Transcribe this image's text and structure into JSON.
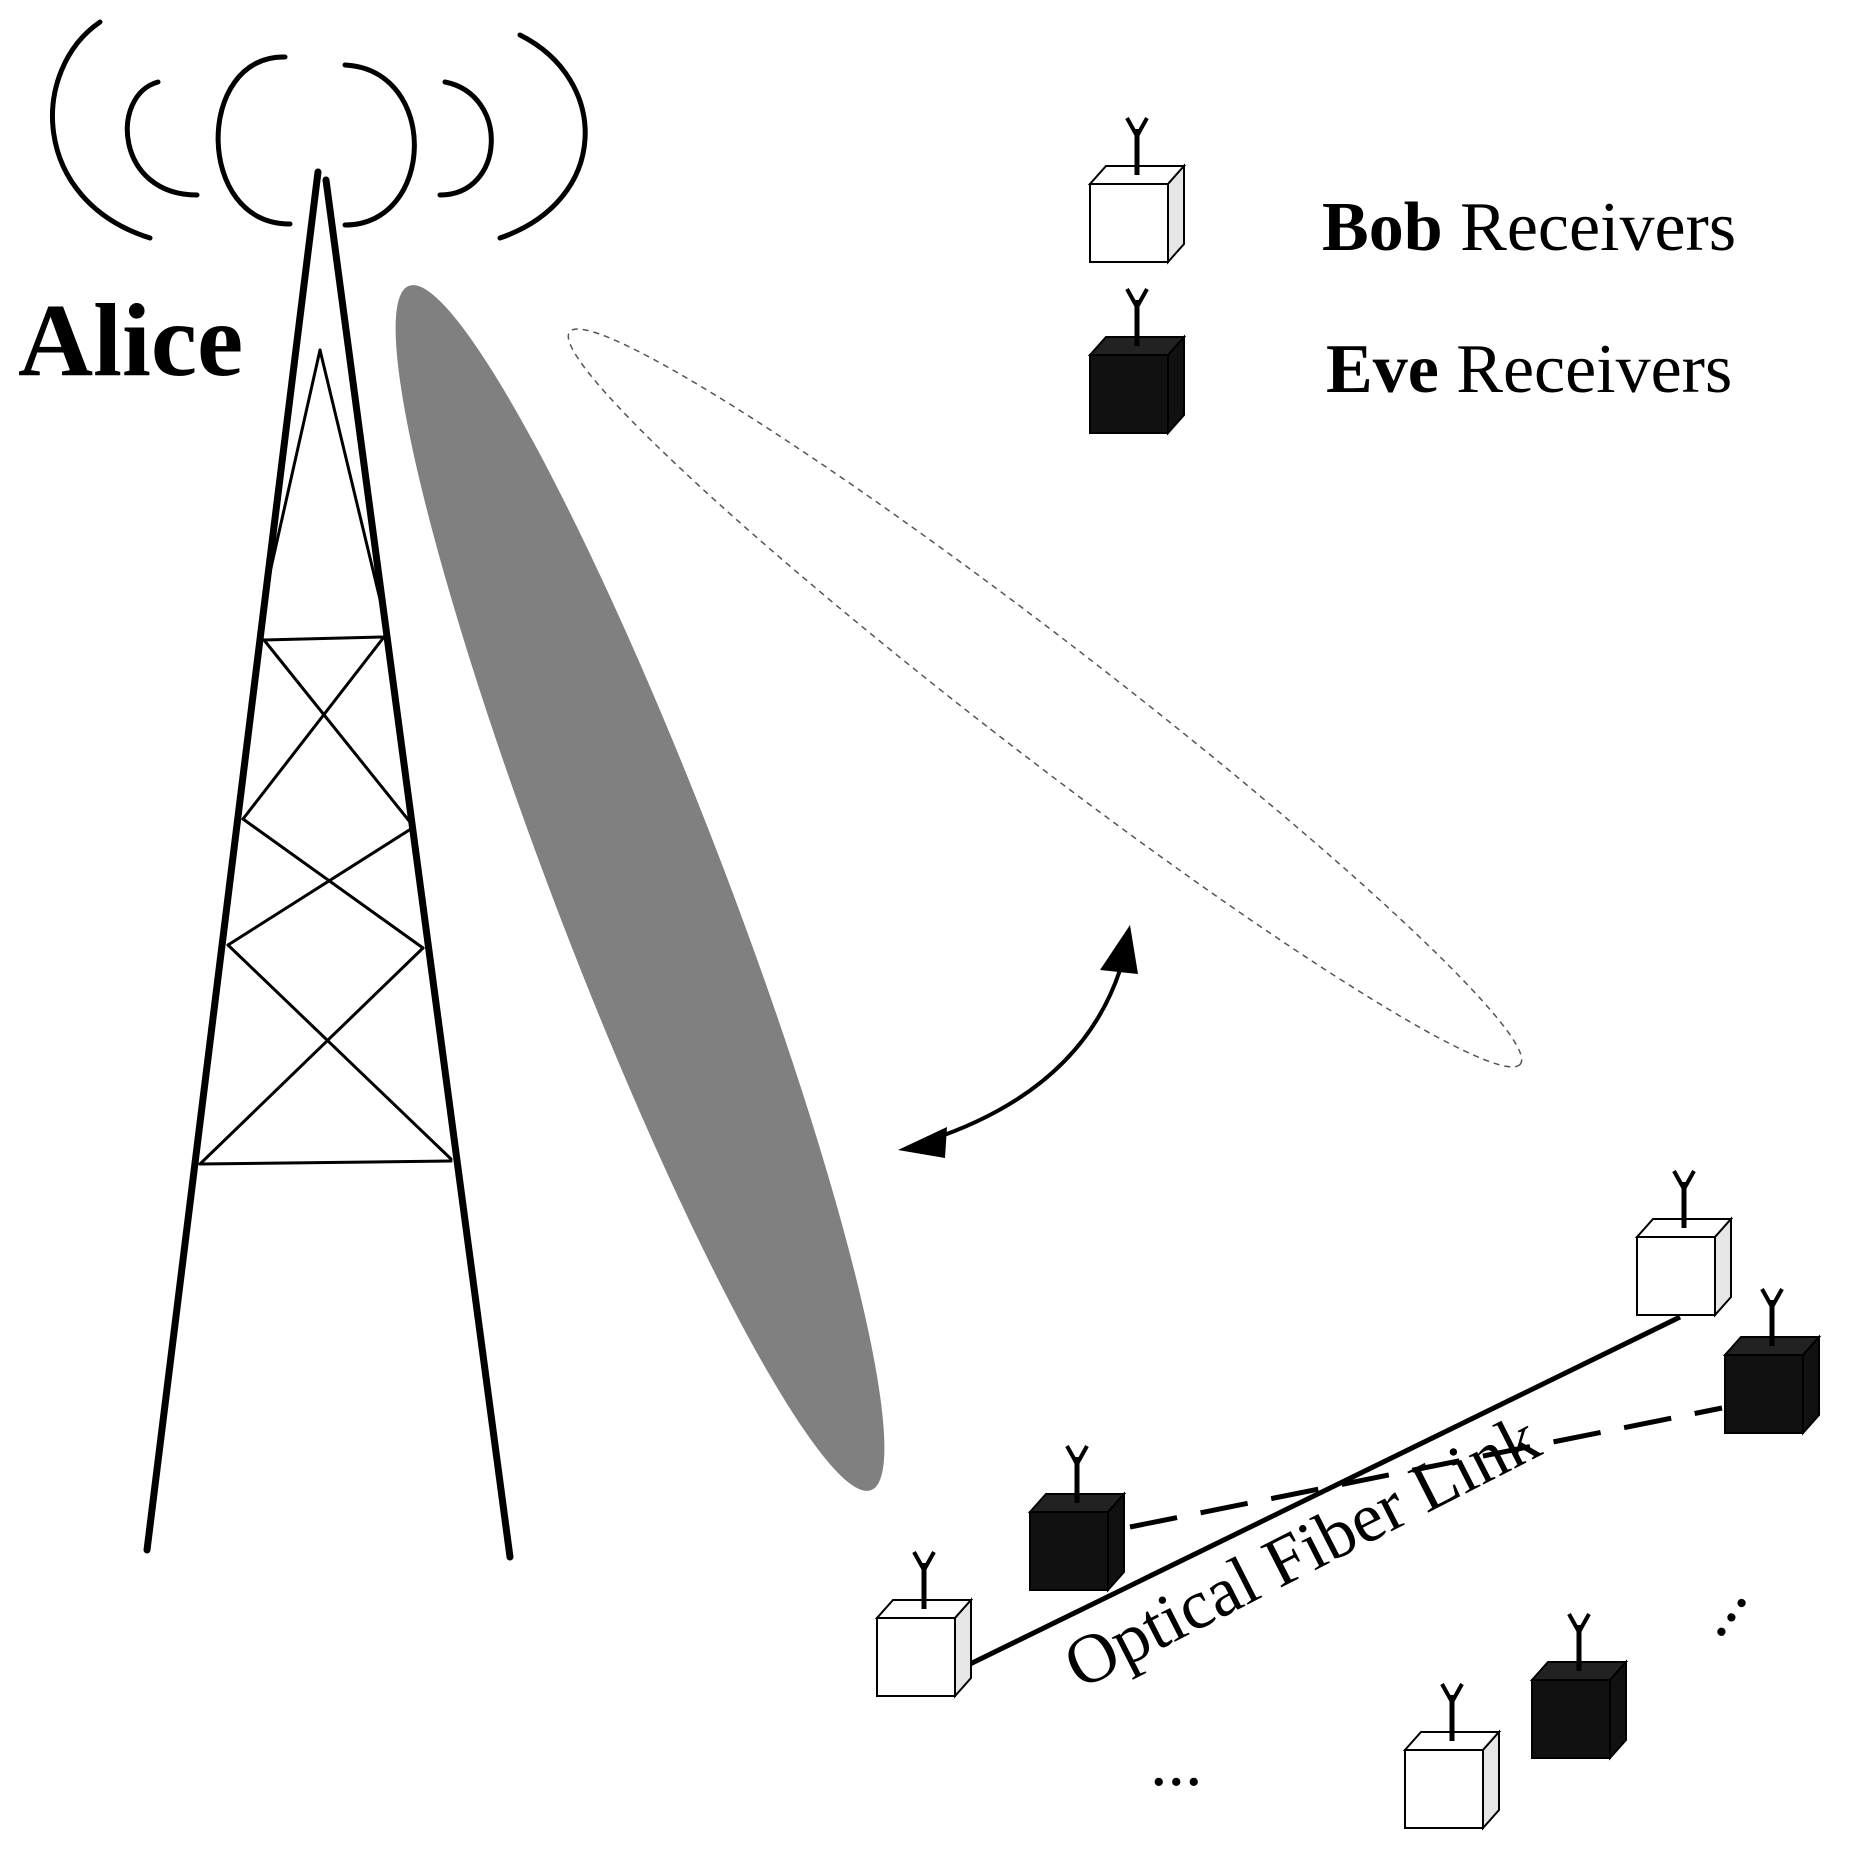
{
  "labels": {
    "alice": "Alice",
    "bob_bold": "Bob",
    "bob_rest": " Receivers",
    "eve_bold": "Eve",
    "eve_rest": " Receivers",
    "fiber": "Optical Fiber Link",
    "ellipsis_right": "...",
    "ellipsis_bottom": "..."
  },
  "colors": {
    "stroke": "#000000",
    "beam_fill": "#808080",
    "bob_fill": "#ffffff",
    "bob_side": "#e6e6e6",
    "eve_fill": "#111111"
  },
  "icons": {
    "transmitter": "radio-tower-icon",
    "bob": "bob-receiver-icon",
    "eve": "eve-receiver-icon",
    "beam_arrow": "curved-double-arrow-icon"
  }
}
